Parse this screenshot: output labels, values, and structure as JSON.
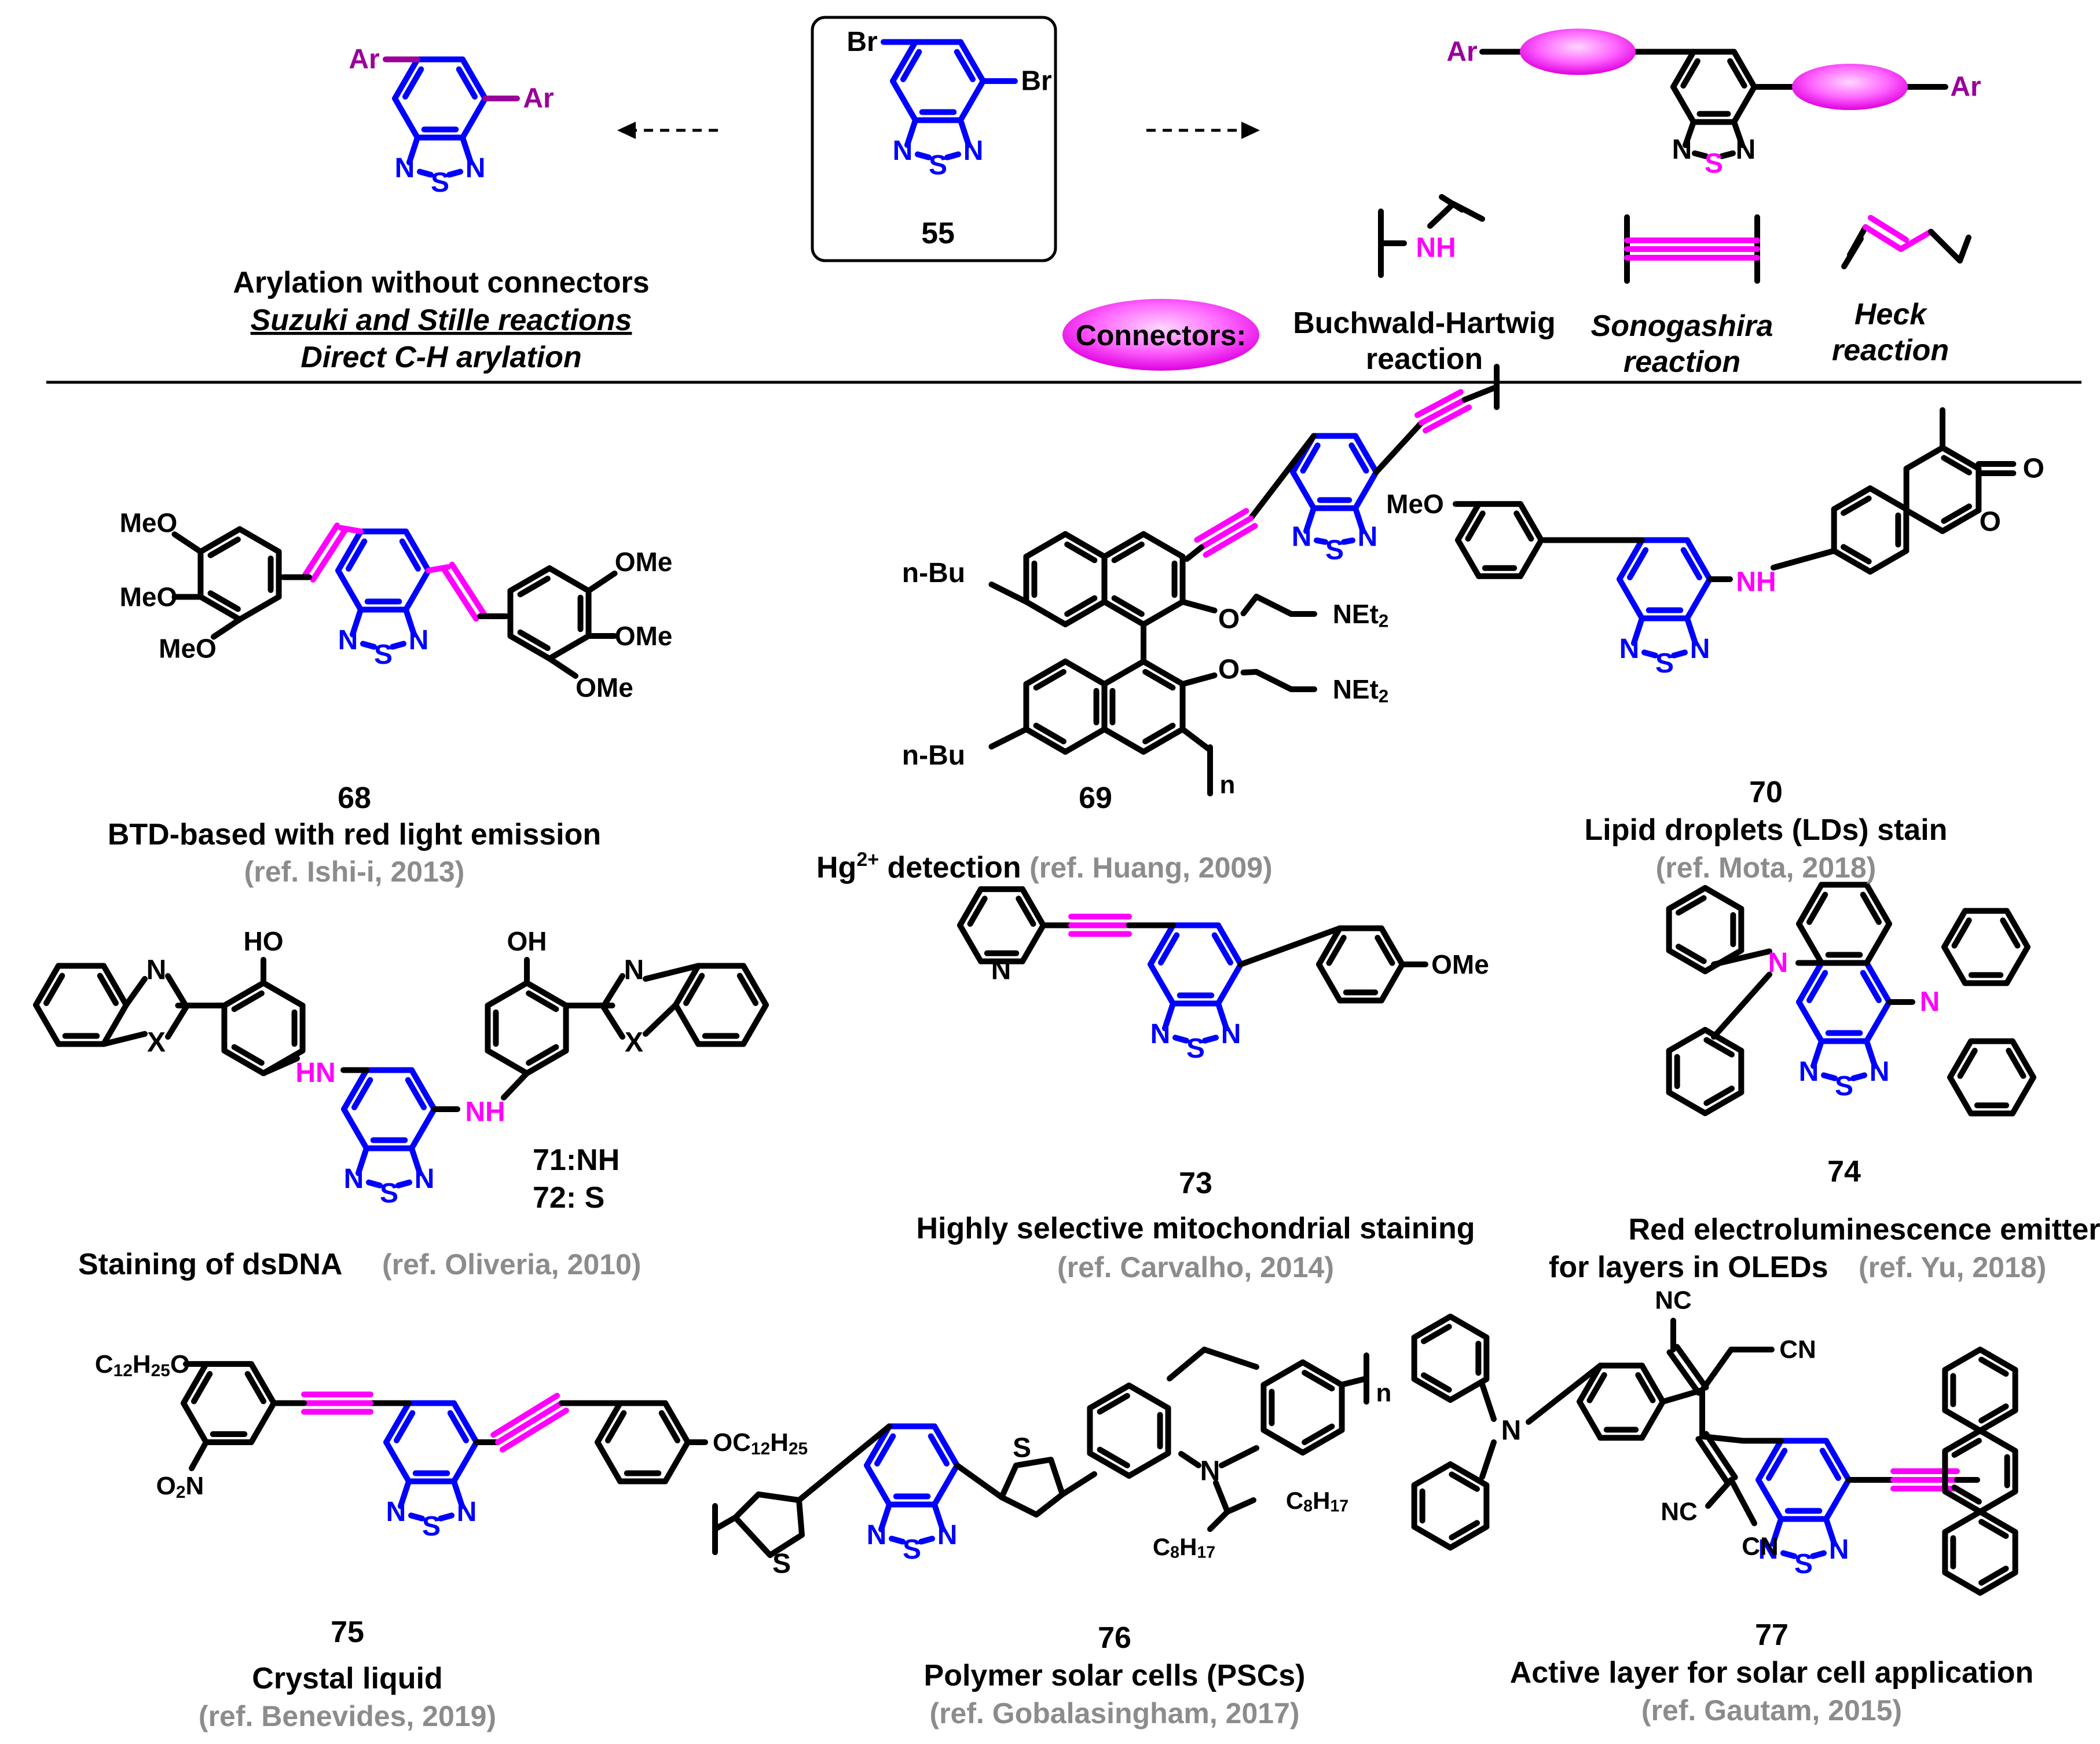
{
  "colors": {
    "bond": "#000000",
    "btd_core": "#0000ff",
    "connector": "#ff00ff",
    "ar_label": "#990099",
    "ref_text": "#8c8c8c"
  },
  "header": {
    "center_label": "55",
    "left_caption": [
      "Arylation without connectors",
      "Suzuki and Stille reactions",
      "Direct C-H arylation"
    ],
    "connectors_label": "Connectors:",
    "reactions": [
      {
        "line1": "Buchwald-Hartwig",
        "line2": "reaction"
      },
      {
        "line1": "Sonogashira",
        "line2": "reaction"
      },
      {
        "line1": "Heck",
        "line2": "reaction"
      }
    ]
  },
  "compounds": [
    {
      "id": "68",
      "title": "BTD-based with red light emission",
      "ref": "(ref. Ishi-i, 2013)"
    },
    {
      "id": "69",
      "title": "Hg2+ detection",
      "ref": "(ref. Huang, 2009)"
    },
    {
      "id": "70",
      "title": "Lipid droplets (LDs) stain",
      "ref": "(ref. Mota, 2018)"
    },
    {
      "id_a": "71:NH",
      "id_b": "72: S",
      "title": "Staining of dsDNA",
      "ref": "(ref. Oliveria, 2010)"
    },
    {
      "id": "73",
      "title": "Highly selective mitochondrial staining",
      "ref": "(ref. Carvalho, 2014)"
    },
    {
      "id": "74",
      "title1": "Red electroluminescence emitter",
      "title2": "for layers in OLEDs",
      "ref": "(ref. Yu, 2018)"
    },
    {
      "id": "75",
      "title": "Crystal liquid",
      "ref": "(ref. Benevides, 2019)"
    },
    {
      "id": "76",
      "title": "Polymer solar cells (PSCs)",
      "ref": "(ref. Gobalasingham, 2017)"
    },
    {
      "id": "77",
      "title": "Active layer for solar cell application",
      "ref": "(ref. Gautam, 2015)"
    }
  ],
  "atoms": {
    "Br": "Br",
    "Ar": "Ar",
    "N": "N",
    "S": "S",
    "NH": "NH",
    "HN": "HN",
    "O": "O",
    "HO": "HO",
    "OH": "OH",
    "MeO": "MeO",
    "OMe": "OMe",
    "X": "X",
    "n": "n",
    "nBu": "n-Bu",
    "NEt2": "NEt",
    "sub2": "2",
    "CN": "CN",
    "NC": "NC",
    "C12H25O": "C12H25O",
    "OC12H25": "OC12H25",
    "O2N": "O2N",
    "C8H17": "C8H17"
  }
}
